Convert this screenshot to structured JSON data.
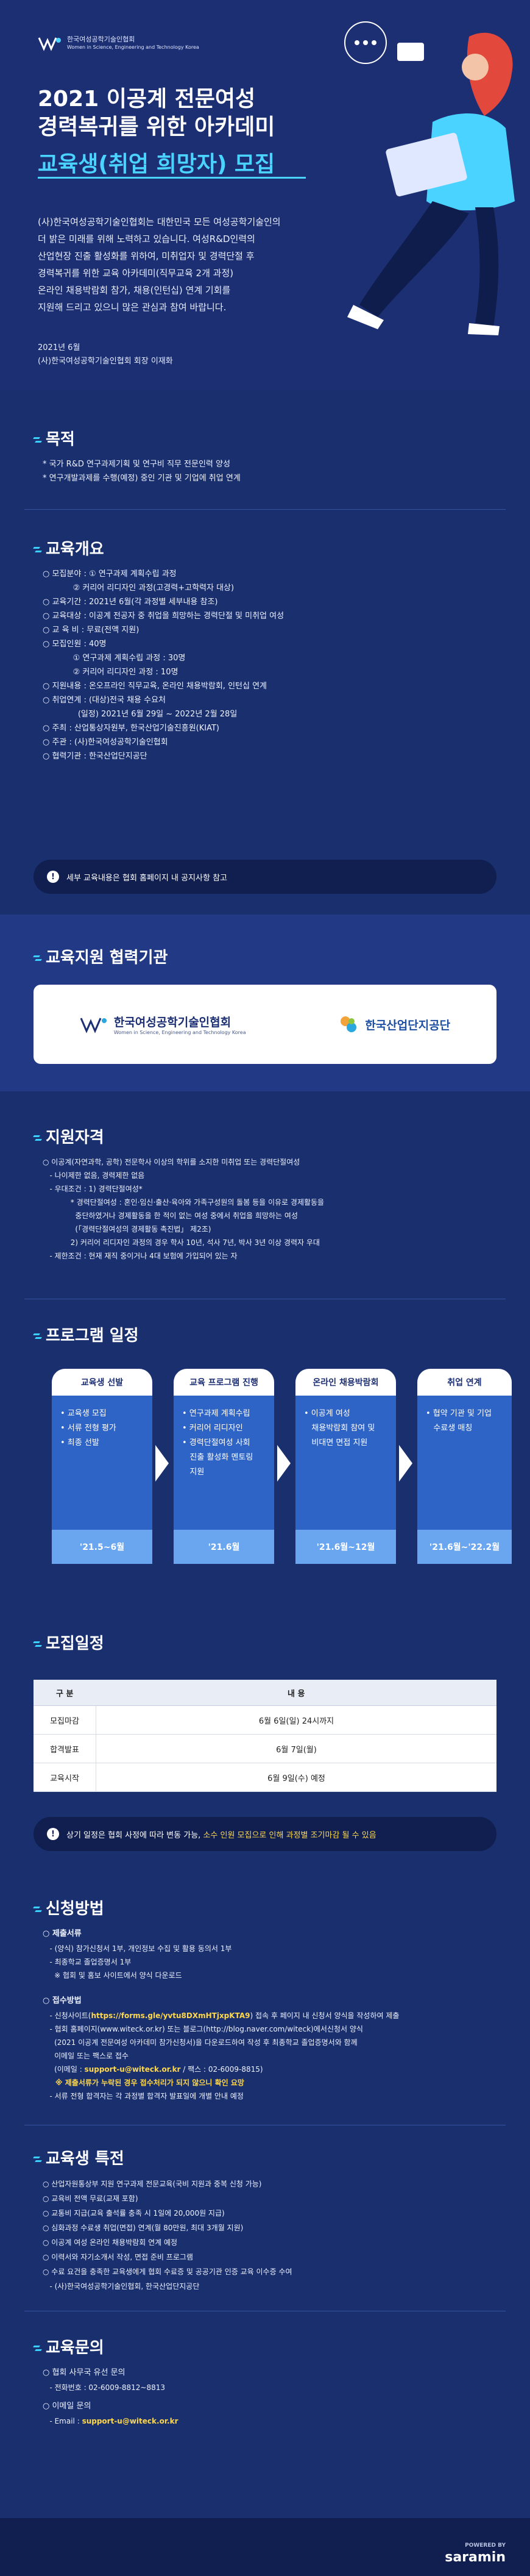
{
  "hero": {
    "logo_ko": "한국여성공학기술인협회",
    "logo_en": "Women in Science, Engineering and Technology Korea",
    "title_1": "2021 이공계 전문여성",
    "title_2": "경력복귀를 위한 아카데미",
    "subtitle": "교육생(취업 희망자) 모집",
    "body": "(사)한국여성공학기술인협회는 대한민국 모든 여성공학기술인의\n더 밝은 미래를 위해 노력하고 있습니다. 여성R&D인력의\n산업현장 진출 활성화를 위하여, 미취업자 및 경력단절 후\n경력복귀를 위한 교육 아카데미(직무교육 2개 과정)\n온라인 채용박람회 참가, 채용(인턴십) 연계 기회를\n지원해 드리고 있으니 많은 관심과 참여 바랍니다.",
    "date": "2021년 6월",
    "signature": "(사)한국여성공학기술인협회 회장 이재화"
  },
  "purpose": {
    "title": "목적",
    "lines": "* 국가 R&D 연구과제기획 및 연구비 직무 전문인력 양성\n* 연구개발과제를 수행(예정) 중인 기관 및 기업에 취업 연계"
  },
  "overview": {
    "title": "교육개요",
    "lines": "○ 모집분야 : ① 연구과제 계획수립 과정\n            ② 커리어 리디자인 과정(고경력+고학력자 대상)\n○ 교육기간 : 2021년 6월(각 과정별 세부내용 참조)\n○ 교육대상 : 이공계 전공자 중 취업을 희망하는 경력단절 및 미취업 여성\n○ 교 육 비 : 무료(전액 지원)\n○ 모집인원 : 40명\n            ① 연구과제 계획수립 과정 : 30명\n            ② 커리어 리디자인 과정 : 10명\n○ 지원내용 : 온오프라인 직무교육, 온라인 채용박람회, 인턴십 연계\n○ 취업연계 : (대상)전국 채용 수요처\n              (일정) 2021년 6월 29일 ~ 2022년 2월 28일\n○ 주최 : 산업통상자원부, 한국산업기술진흥원(KIAT)\n○ 주관 : (사)한국여성공학기술인협회\n○ 협력기관 : 한국산업단지공단",
    "notice": "세부 교육내용은 협회 홈페이지 내 공지사항 참고"
  },
  "partners": {
    "title": "교육지원 협력기관",
    "p1": "한국여성공학기술인협회",
    "p1_en": "Women in Science, Engineering and Technology Korea",
    "p2": "한국산업단지공단"
  },
  "eligibility": {
    "title": "지원자격",
    "lines": "○ 이공계(자연과학, 공학) 전문학사 이상의 학위를 소지한 미취업 또는 경력단절여성\n   - 나이제한 없음, 경력제한 없음\n   - 우대조건 : 1) 경력단절여성*\n            * 경력단절여성 : 혼인·임신·출산·육아와 가족구성원의 돌봄 등을 이유로 경제활동을\n              중단하였거나 경제활동을 한 적이 없는 여성 중에서 취업을 희망하는 여성\n              (「경력단절여성의 경제활동 촉진법」 제2조)\n            2) 커리어 리디자인 과정의 경우 학사 10년, 석사 7년, 박사 3년 이상 경력자 우대\n   - 제한조건 : 현재 재직 중이거나 4대 보험에 가입되어 있는 자"
  },
  "program": {
    "title": "프로그램 일정",
    "steps": [
      {
        "head": "교육생 선발",
        "body": "• 교육생 모집\n• 서류 전형 평가\n• 최종 선발",
        "foot": "'21.5~6월"
      },
      {
        "head": "교육 프로그램 진행",
        "body": "• 연구과제 계획수립\n• 커리어 리디자인\n• 경력단절여성 사회\n   진출 활성화 멘토링\n   지원",
        "foot": "'21.6월"
      },
      {
        "head": "온라인 채용박람회",
        "body": "• 이공계 여성\n   채용박람회 참여 및\n   비대면 면접 지원",
        "foot": "'21.6월~12월"
      },
      {
        "head": "취업 연계",
        "body": "• 협약 기관 및 기업\n   수료생 매칭",
        "foot": "'21.6월~'22.2월"
      }
    ]
  },
  "schedule": {
    "title": "모집일정",
    "col_1": "구    분",
    "col_2": "내    용",
    "rows": [
      {
        "k": "모집마감",
        "v": "6월 6일(일) 24시까지"
      },
      {
        "k": "합격발표",
        "v": "6월 7일(월)"
      },
      {
        "k": "교육시작",
        "v": "6월 9일(수) 예정"
      }
    ],
    "notice_a": "상기 일정은 협회 사정에 따라 변동 가능,",
    "notice_b": "소수 인원 모집으로 인해 과정별 조기마감 될 수 있음"
  },
  "apply": {
    "title": "신청방법",
    "docs_head": "○ 제출서류",
    "docs": "   - (양식) 참가신청서 1부, 개인정보 수집 및 활용 동의서 1부\n   - 최종학교 졸업증명서 1부\n     ※ 협회 및 홈보 사이트에서 양식 다운로드",
    "method_head": "○ 접수방법",
    "m1a": "   - 신청사이트(",
    "m1_link": "https://forms.gle/yvtu8DXmHTjxpKTA9",
    "m1b": ") 접속 후 페이지 내 신청서 양식을 작성하여 제출",
    "m2": "   - 협회 홈페이지(www.witeck.or.kr) 또는 블로그(http://blog.naver.com/witeck)에서신청서 양식\n     (2021 이공계 전문여성 아카데미 참가신청서)을 다운로드하여 작성 후 최종학교 졸업증명서와 함께\n     이메일 또는 팩스로 접수",
    "m3a": "     (이메일 : ",
    "m3_email": "support-u@witeck.or.kr",
    "m3b": " / 팩스 : 02-6009-8815)",
    "m4": "     ※ 제출서류가 누락된 경우 접수처리가 되지 않으니 확인 요망",
    "m5": "   - 서류 전형 합격자는 각 과정별 합격자 발표일에 개별 안내 예정"
  },
  "benefits": {
    "title": "교육생 특전",
    "lines": "○ 산업자원통상부 지원 연구과제 전문교육(국비 지원과 중복 신청 가능)\n○ 교육비 전액 무료(교재 포함)\n○ 교통비 지급(교육 출석률 충족 시 1일에 20,000원 지급)\n○ 심화과정 수료생 취업(면접) 연계(월 80만원, 최대 3개월 지원)\n○ 이공계 여성 온라인 채용박람회 연계 예정\n○ 이력서와 자기소개서 작성, 면접 준비 프로그램\n○ 수료 요건을 충족한 교육생에게 협회 수료증 및 공공기관 인증 교육 이수증 수여\n   - (사)한국여성공학기술인협회, 한국산업단지공단"
  },
  "contact": {
    "title": "교육문의",
    "l1": "○ 협회 사무국 유선 문의",
    "l2": "   - 전화번호 : 02-6009-8812~8813",
    "l3": "○ 이메일 문의",
    "l4a": "   - Email : ",
    "l4_email": "support-u@witeck.or.kr"
  },
  "footer": {
    "powered": "POWERED BY",
    "brand": "saramin"
  },
  "colors": {
    "bg": "#1a2f6e",
    "accent": "#4ad3ff",
    "highlight": "#ffd84a"
  }
}
